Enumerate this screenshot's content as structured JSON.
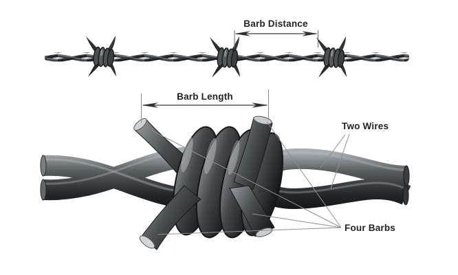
{
  "figure": {
    "type": "technical-illustration",
    "subject": "barbed wire specification diagram",
    "background": "#ffffff",
    "labels": {
      "barb_distance": "Barb Distance",
      "barb_length": "Barb Length",
      "two_wires": "Two Wires",
      "four_barbs": "Four Barbs"
    },
    "colors": {
      "wire_dark": "#1b1e20",
      "wire_mid": "#4b5053",
      "wire_light": "#aab0b3",
      "tip_face": "#cdd1d3",
      "dimension_line": "#3a3a3a",
      "leader_line": "#8f8f8f",
      "text": "#232323"
    },
    "parts": {
      "top_strand": "twisted barbed wire strand with three barb knots",
      "closeup": "close-up of twisted two-wire knot with four barb points"
    }
  }
}
